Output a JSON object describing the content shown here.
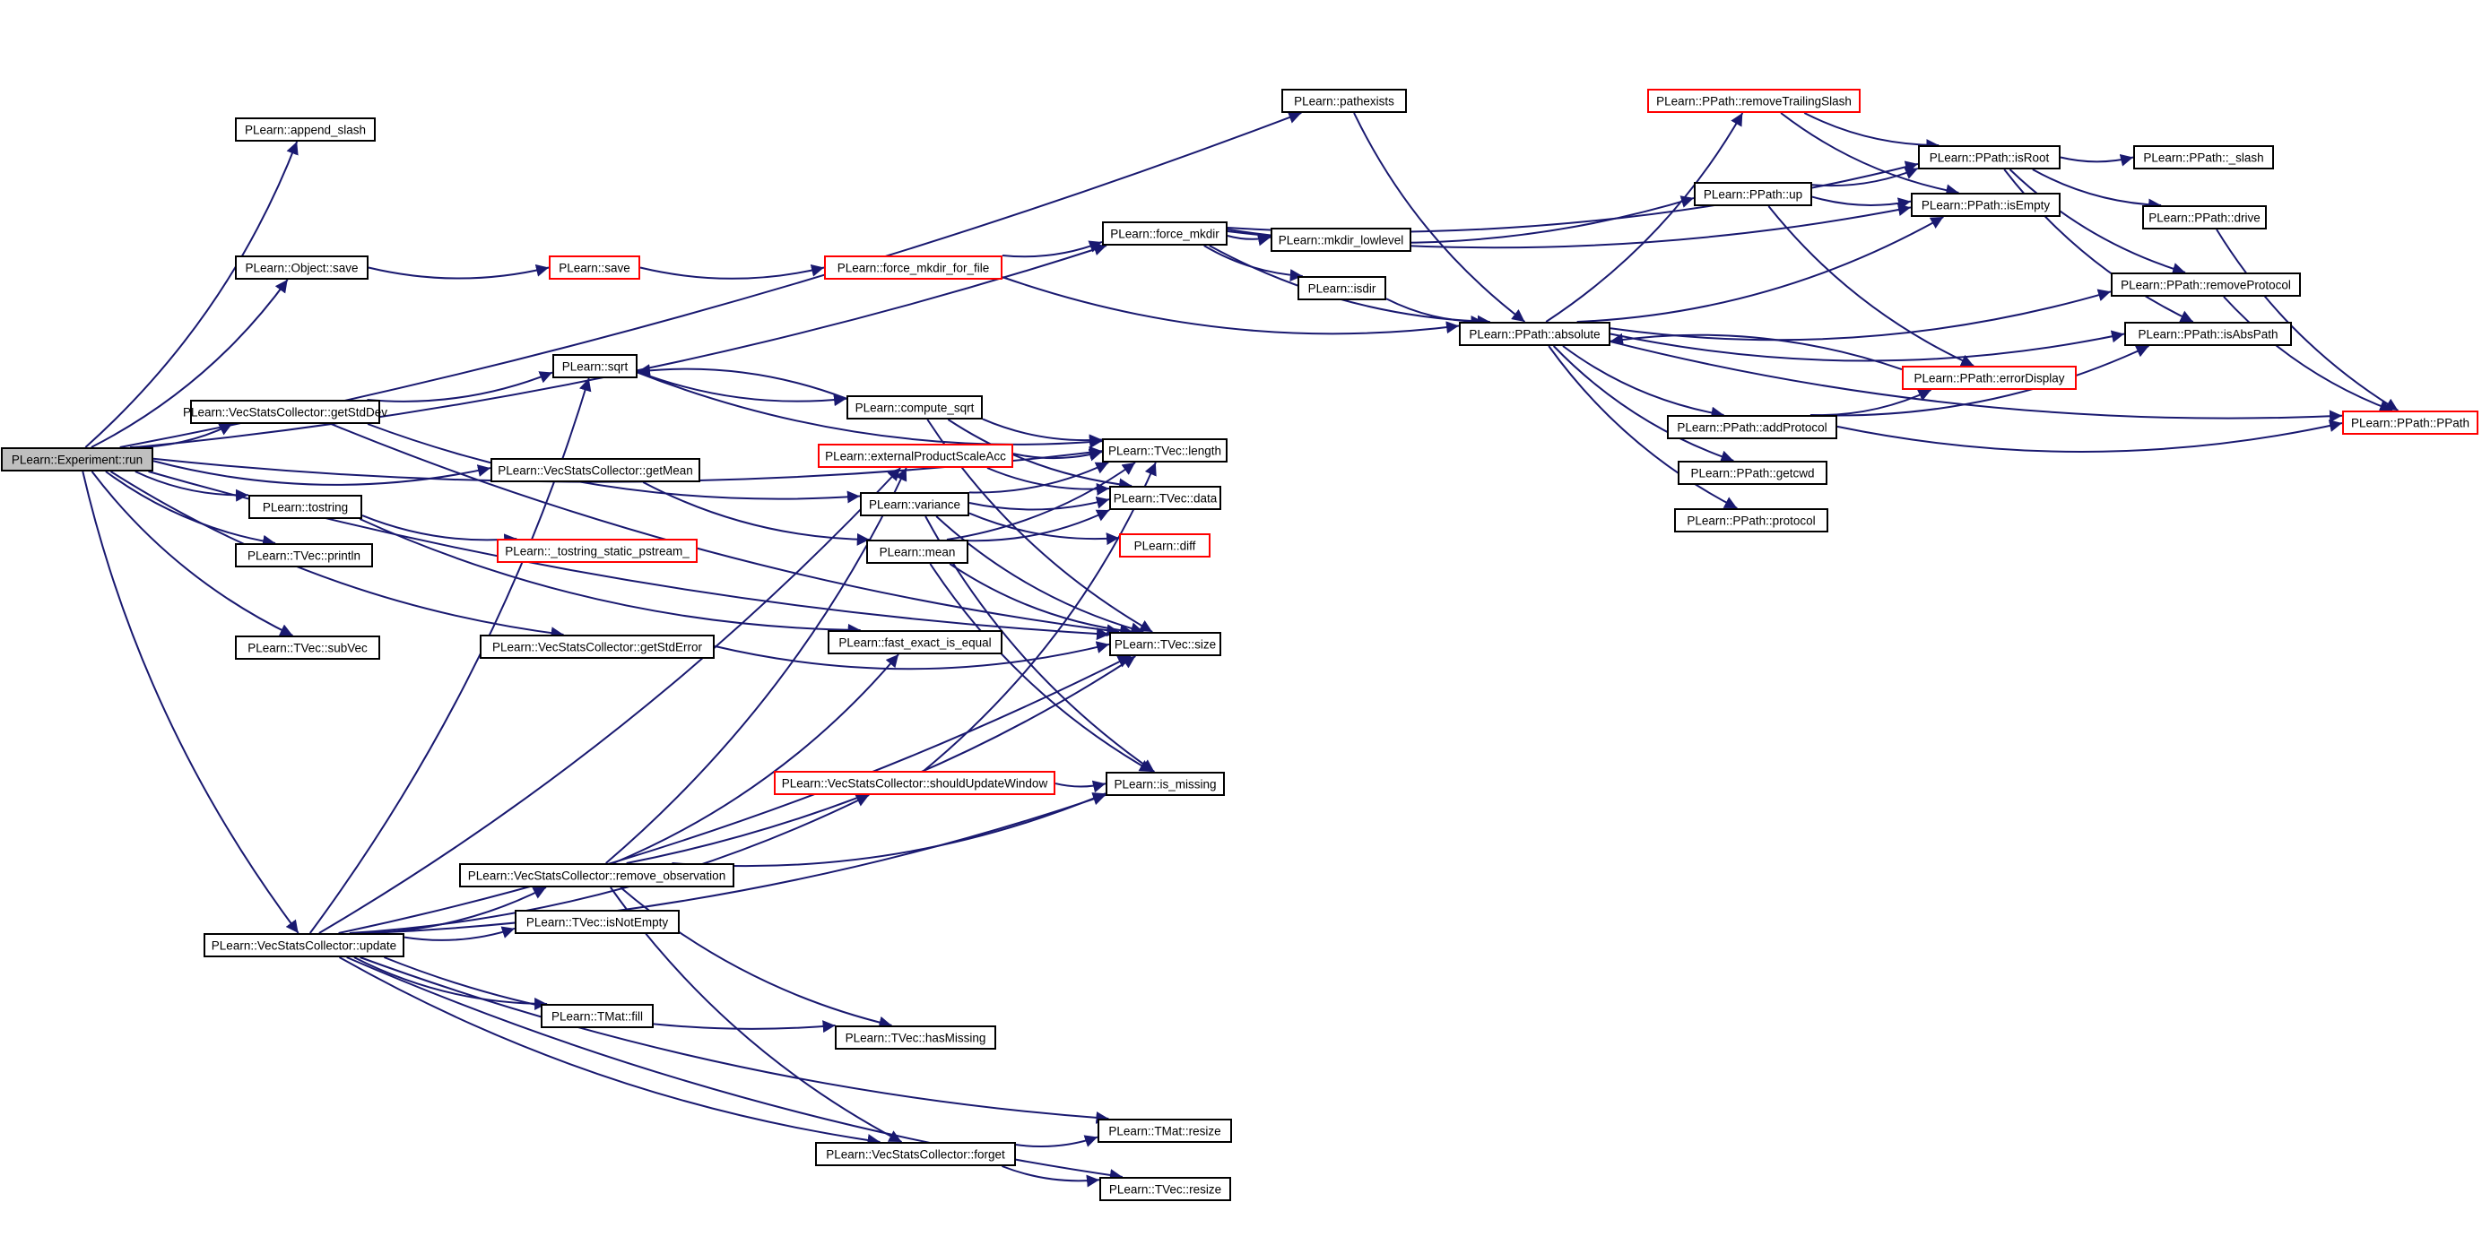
{
  "diagram": {
    "colors": {
      "edge": "#191970",
      "highlight_border": "#ff0000",
      "root_fill": "#bfbfbf"
    },
    "nodes": [
      {
        "id": "run",
        "label": "PLearn::Experiment::run",
        "style": "root"
      },
      {
        "id": "append_slash",
        "label": "PLearn::append_slash",
        "style": "normal"
      },
      {
        "id": "obj_save",
        "label": "PLearn::Object::save",
        "style": "normal"
      },
      {
        "id": "getStdDev",
        "label": "PLearn::VecStatsCollector::getStdDev",
        "style": "normal"
      },
      {
        "id": "tostring",
        "label": "PLearn::tostring",
        "style": "normal"
      },
      {
        "id": "println",
        "label": "PLearn::TVec::println",
        "style": "normal"
      },
      {
        "id": "subVec",
        "label": "PLearn::TVec::subVec",
        "style": "normal"
      },
      {
        "id": "update",
        "label": "PLearn::VecStatsCollector::update",
        "style": "normal"
      },
      {
        "id": "save",
        "label": "PLearn::save",
        "style": "red"
      },
      {
        "id": "sqrt",
        "label": "PLearn::sqrt",
        "style": "normal"
      },
      {
        "id": "getMean",
        "label": "PLearn::VecStatsCollector::getMean",
        "style": "normal"
      },
      {
        "id": "tostring_static",
        "label": "PLearn::_tostring_static_pstream_",
        "style": "red"
      },
      {
        "id": "getStdError",
        "label": "PLearn::VecStatsCollector::getStdError",
        "style": "normal"
      },
      {
        "id": "remove_observation",
        "label": "PLearn::VecStatsCollector::remove_observation",
        "style": "normal"
      },
      {
        "id": "isNotEmpty",
        "label": "PLearn::TVec::isNotEmpty",
        "style": "normal"
      },
      {
        "id": "tmat_fill",
        "label": "PLearn::TMat::fill",
        "style": "normal"
      },
      {
        "id": "force_mkdir_for_file",
        "label": "PLearn::force_mkdir_for_file",
        "style": "red"
      },
      {
        "id": "compute_sqrt",
        "label": "PLearn::compute_sqrt",
        "style": "normal"
      },
      {
        "id": "externalProductScaleAcc",
        "label": "PLearn::externalProductScaleAcc",
        "style": "red"
      },
      {
        "id": "variance",
        "label": "PLearn::variance",
        "style": "normal"
      },
      {
        "id": "mean",
        "label": "PLearn::mean",
        "style": "normal"
      },
      {
        "id": "fast_exact_is_equal",
        "label": "PLearn::fast_exact_is_equal",
        "style": "normal"
      },
      {
        "id": "shouldUpdateWindow",
        "label": "PLearn::VecStatsCollector::shouldUpdateWindow",
        "style": "red"
      },
      {
        "id": "hasMissing",
        "label": "PLearn::TVec::hasMissing",
        "style": "normal"
      },
      {
        "id": "forget",
        "label": "PLearn::VecStatsCollector::forget",
        "style": "normal"
      },
      {
        "id": "pathexists",
        "label": "PLearn::pathexists",
        "style": "normal"
      },
      {
        "id": "force_mkdir",
        "label": "PLearn::force_mkdir",
        "style": "normal"
      },
      {
        "id": "tvec_length",
        "label": "PLearn::TVec::length",
        "style": "normal"
      },
      {
        "id": "tvec_data",
        "label": "PLearn::TVec::data",
        "style": "normal"
      },
      {
        "id": "diff",
        "label": "PLearn::diff",
        "style": "red"
      },
      {
        "id": "tvec_size",
        "label": "PLearn::TVec::size",
        "style": "normal"
      },
      {
        "id": "is_missing",
        "label": "PLearn::is_missing",
        "style": "normal"
      },
      {
        "id": "tmat_resize",
        "label": "PLearn::TMat::resize",
        "style": "normal"
      },
      {
        "id": "tvec_resize",
        "label": "PLearn::TVec::resize",
        "style": "normal"
      },
      {
        "id": "mkdir_lowlevel",
        "label": "PLearn::mkdir_lowlevel",
        "style": "normal"
      },
      {
        "id": "isdir",
        "label": "PLearn::isdir",
        "style": "normal"
      },
      {
        "id": "absolute",
        "label": "PLearn::PPath::absolute",
        "style": "normal"
      },
      {
        "id": "removeTrailingSlash",
        "label": "PLearn::PPath::removeTrailingSlash",
        "style": "red"
      },
      {
        "id": "up",
        "label": "PLearn::PPath::up",
        "style": "normal"
      },
      {
        "id": "errorDisplay",
        "label": "PLearn::PPath::errorDisplay",
        "style": "red"
      },
      {
        "id": "addProtocol",
        "label": "PLearn::PPath::addProtocol",
        "style": "normal"
      },
      {
        "id": "getcwd",
        "label": "PLearn::PPath::getcwd",
        "style": "normal"
      },
      {
        "id": "protocol",
        "label": "PLearn::PPath::protocol",
        "style": "normal"
      },
      {
        "id": "isRoot",
        "label": "PLearn::PPath::isRoot",
        "style": "normal"
      },
      {
        "id": "isEmpty",
        "label": "PLearn::PPath::isEmpty",
        "style": "normal"
      },
      {
        "id": "removeProtocol",
        "label": "PLearn::PPath::removeProtocol",
        "style": "normal"
      },
      {
        "id": "isAbsPath",
        "label": "PLearn::PPath::isAbsPath",
        "style": "normal"
      },
      {
        "id": "_slash",
        "label": "PLearn::PPath::_slash",
        "style": "normal"
      },
      {
        "id": "drive",
        "label": "PLearn::PPath::drive",
        "style": "normal"
      },
      {
        "id": "ppath",
        "label": "PLearn::PPath::PPath",
        "style": "red"
      }
    ],
    "edges": [
      [
        "run",
        "append_slash"
      ],
      [
        "run",
        "pathexists"
      ],
      [
        "run",
        "force_mkdir"
      ],
      [
        "run",
        "obj_save"
      ],
      [
        "run",
        "tvec_length"
      ],
      [
        "run",
        "getStdDev"
      ],
      [
        "run",
        "getMean"
      ],
      [
        "run",
        "tostring"
      ],
      [
        "run",
        "println"
      ],
      [
        "run",
        "subVec"
      ],
      [
        "run",
        "getStdError"
      ],
      [
        "run",
        "tvec_size"
      ],
      [
        "run",
        "update"
      ],
      [
        "obj_save",
        "save"
      ],
      [
        "save",
        "force_mkdir_for_file"
      ],
      [
        "force_mkdir_for_file",
        "force_mkdir"
      ],
      [
        "force_mkdir_for_file",
        "absolute"
      ],
      [
        "getStdDev",
        "sqrt"
      ],
      [
        "getStdDev",
        "variance"
      ],
      [
        "getStdDev",
        "tvec_size"
      ],
      [
        "sqrt",
        "compute_sqrt"
      ],
      [
        "sqrt",
        "tvec_length"
      ],
      [
        "compute_sqrt",
        "sqrt"
      ],
      [
        "compute_sqrt",
        "tvec_length"
      ],
      [
        "compute_sqrt",
        "tvec_data"
      ],
      [
        "compute_sqrt",
        "tvec_size"
      ],
      [
        "getMean",
        "mean"
      ],
      [
        "tostring",
        "tostring_static"
      ],
      [
        "tostring",
        "fast_exact_is_equal"
      ],
      [
        "getStdError",
        "tvec_size"
      ],
      [
        "externalProductScaleAcc",
        "tvec_length"
      ],
      [
        "externalProductScaleAcc",
        "tvec_data"
      ],
      [
        "variance",
        "tvec_length"
      ],
      [
        "variance",
        "tvec_data"
      ],
      [
        "variance",
        "diff"
      ],
      [
        "variance",
        "tvec_size"
      ],
      [
        "variance",
        "is_missing"
      ],
      [
        "mean",
        "tvec_length"
      ],
      [
        "mean",
        "tvec_data"
      ],
      [
        "mean",
        "tvec_size"
      ],
      [
        "mean",
        "is_missing"
      ],
      [
        "shouldUpdateWindow",
        "is_missing"
      ],
      [
        "shouldUpdateWindow",
        "tvec_length"
      ],
      [
        "update",
        "externalProductScaleAcc"
      ],
      [
        "update",
        "sqrt"
      ],
      [
        "update",
        "shouldUpdateWindow"
      ],
      [
        "update",
        "tvec_size"
      ],
      [
        "update",
        "remove_observation"
      ],
      [
        "update",
        "isNotEmpty"
      ],
      [
        "update",
        "is_missing"
      ],
      [
        "update",
        "tmat_fill"
      ],
      [
        "update",
        "hasMissing"
      ],
      [
        "update",
        "tmat_resize"
      ],
      [
        "update",
        "forget"
      ],
      [
        "update",
        "tvec_resize"
      ],
      [
        "remove_observation",
        "externalProductScaleAcc"
      ],
      [
        "remove_observation",
        "fast_exact_is_equal"
      ],
      [
        "remove_observation",
        "tvec_size"
      ],
      [
        "remove_observation",
        "is_missing"
      ],
      [
        "remove_observation",
        "hasMissing"
      ],
      [
        "remove_observation",
        "forget"
      ],
      [
        "forget",
        "tmat_resize"
      ],
      [
        "forget",
        "tvec_resize"
      ],
      [
        "pathexists",
        "absolute"
      ],
      [
        "force_mkdir",
        "isRoot"
      ],
      [
        "force_mkdir",
        "isEmpty"
      ],
      [
        "force_mkdir",
        "up"
      ],
      [
        "force_mkdir",
        "mkdir_lowlevel"
      ],
      [
        "force_mkdir",
        "isdir"
      ],
      [
        "force_mkdir",
        "absolute"
      ],
      [
        "isdir",
        "absolute"
      ],
      [
        "absolute",
        "removeTrailingSlash"
      ],
      [
        "absolute",
        "isEmpty"
      ],
      [
        "absolute",
        "removeProtocol"
      ],
      [
        "absolute",
        "isAbsPath"
      ],
      [
        "absolute",
        "addProtocol"
      ],
      [
        "absolute",
        "getcwd"
      ],
      [
        "absolute",
        "protocol"
      ],
      [
        "absolute",
        "ppath"
      ],
      [
        "removeTrailingSlash",
        "isRoot"
      ],
      [
        "removeTrailingSlash",
        "isEmpty"
      ],
      [
        "up",
        "isRoot"
      ],
      [
        "up",
        "isEmpty"
      ],
      [
        "up",
        "errorDisplay"
      ],
      [
        "errorDisplay",
        "absolute"
      ],
      [
        "addProtocol",
        "errorDisplay"
      ],
      [
        "addProtocol",
        "isAbsPath"
      ],
      [
        "addProtocol",
        "ppath"
      ],
      [
        "isRoot",
        "_slash"
      ],
      [
        "isRoot",
        "drive"
      ],
      [
        "isRoot",
        "removeProtocol"
      ],
      [
        "isRoot",
        "isAbsPath"
      ],
      [
        "drive",
        "ppath"
      ],
      [
        "removeProtocol",
        "ppath"
      ]
    ]
  }
}
